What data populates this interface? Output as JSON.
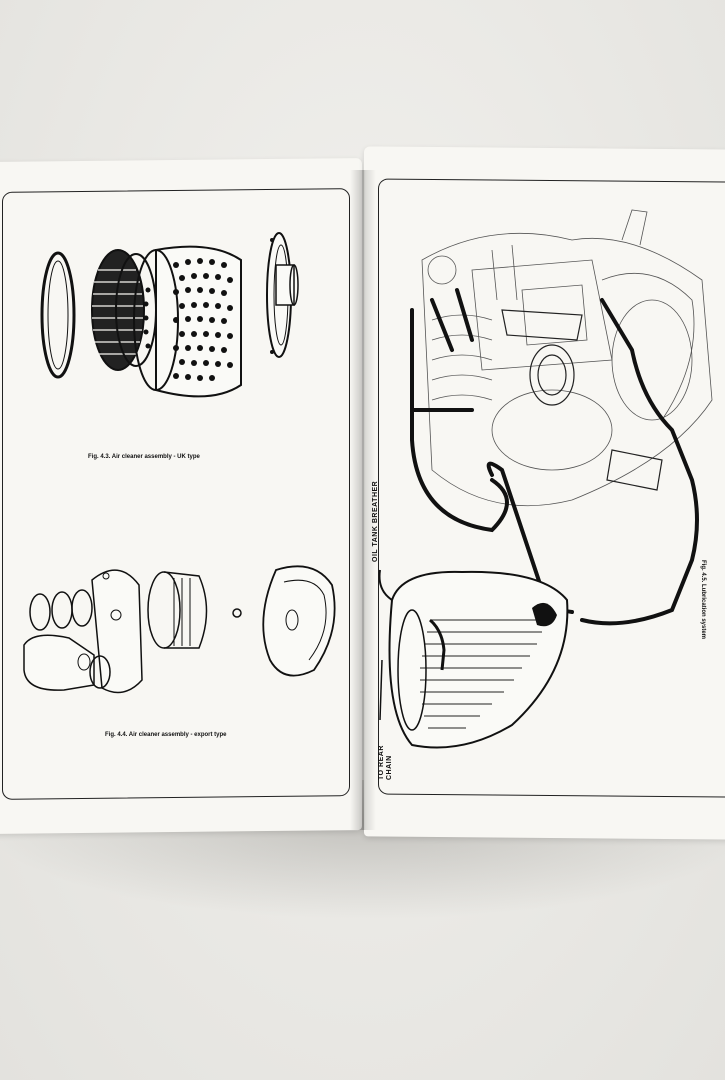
{
  "figures": {
    "fig43_caption": "Fig. 4.3. Air cleaner assembly - UK type",
    "fig44_caption": "Fig. 4.4. Air cleaner assembly - export type",
    "fig45_caption": "Fig. 4.5. Lubrication system"
  },
  "labels": {
    "oil_tank_breather": "OIL TANK BREATHER",
    "to_rear_chain_line1": "TO REAR",
    "to_rear_chain_line2": "CHAIN"
  }
}
